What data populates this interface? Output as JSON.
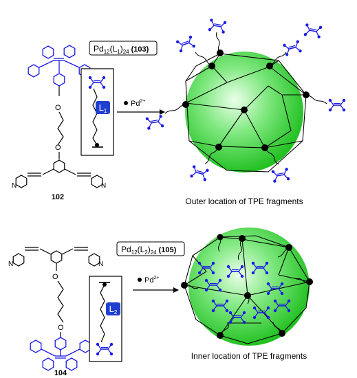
{
  "top": {
    "ligand_id": "102",
    "cage_formula": {
      "main": "Pd",
      "s1": "12",
      "mid": "(L",
      "s2": "1",
      "close": ")",
      "s3": "24",
      "id": "(103)"
    },
    "ligand_box_label": {
      "main": "L",
      "sub": "1"
    },
    "reagent": {
      "main": "Pd",
      "sup": "2+"
    },
    "caption": "Outer location of TPE fragments"
  },
  "bottom": {
    "ligand_id": "104",
    "cage_formula": {
      "main": "Pd",
      "s1": "12",
      "mid": "(L",
      "s2": "2",
      "close": ")",
      "s3": "24",
      "id": "(105)"
    },
    "ligand_box_label": {
      "main": "L",
      "sub": "2"
    },
    "reagent": {
      "main": "Pd",
      "sup": "2+"
    },
    "caption": "Inner location of TPE fragments"
  },
  "colors": {
    "tpe_blue": "#1a1ae6",
    "sphere_green": "#3ddc3d",
    "label_bg_blue": "#1f3fd1",
    "line": "#000000"
  }
}
